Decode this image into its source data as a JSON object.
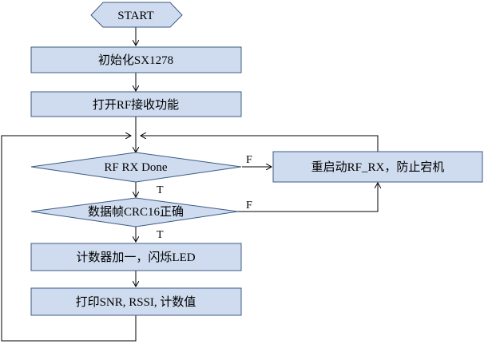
{
  "nodes": {
    "start": "START",
    "init": "初始化SX1278",
    "open_rx": "打开RF接收功能",
    "rx_done": "RF RX Done",
    "restart_rx": "重启动RF_RX，防止宕机",
    "crc_ok": "数据帧CRC16正确",
    "count": "计数器加一，闪烁LED",
    "print": "打印SNR, RSSI, 计数值"
  },
  "edges": {
    "rx_done_false": "F",
    "rx_done_true": "T",
    "crc_false": "F",
    "crc_true": "T"
  },
  "colors": {
    "node_fill": "#cfdcef",
    "node_stroke": "#3d5a85",
    "line": "#000000"
  }
}
